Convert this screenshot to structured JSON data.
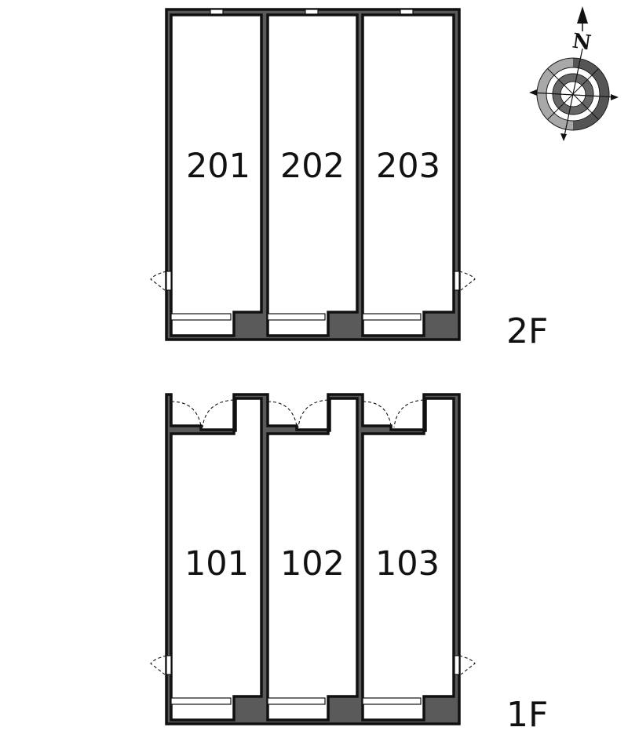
{
  "floors": [
    {
      "label": "2F",
      "units": [
        "201",
        "202",
        "203"
      ]
    },
    {
      "label": "1F",
      "units": [
        "101",
        "102",
        "103"
      ]
    }
  ],
  "compass": {
    "north_label": "N"
  },
  "colors": {
    "wall": "#5a5a5a",
    "outline": "#111111",
    "compass_ring": "#a8a8a8",
    "compass_inner": "#666666"
  }
}
